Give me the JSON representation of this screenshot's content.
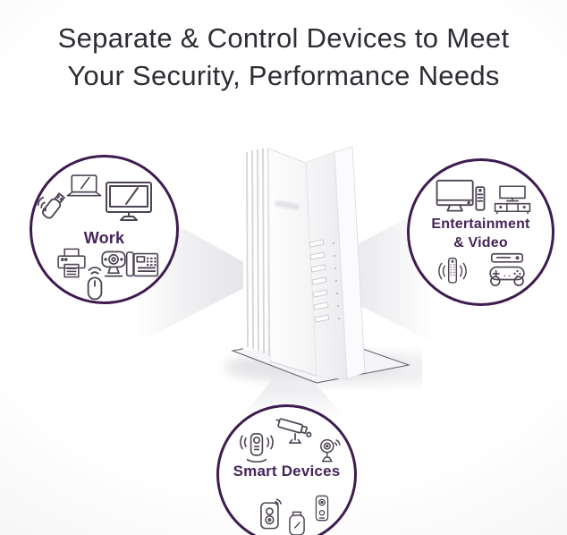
{
  "title": {
    "line1": "Separate & Control Devices to Meet",
    "line2": "Your Security, Performance Needs"
  },
  "groups": {
    "work": {
      "label": "Work",
      "icons": [
        "usb-wifi-adapter-icon",
        "laptop-icon",
        "desktop-monitor-icon",
        "printer-icon",
        "wireless-mouse-icon",
        "webcam-icon",
        "desk-phone-icon"
      ]
    },
    "entertainment": {
      "label_line1": "Entertainment",
      "label_line2": "& Video",
      "icons": [
        "tv-with-remote-icon",
        "tv-media-console-icon",
        "remote-with-sound-icon",
        "game-console-icon"
      ]
    },
    "smart": {
      "label": "Smart Devices",
      "icons": [
        "baby-monitor-icon",
        "security-camera-icon",
        "indoor-camera-icon",
        "smart-speaker-icon",
        "smartwatch-icon",
        "smart-doorbell-icon"
      ]
    }
  },
  "router": {
    "style": "white-tower-router",
    "led_slot_count": 7
  },
  "colors": {
    "circle_border": "#3f1c4f",
    "label_text": "#45255a",
    "title_text": "#2d2d35",
    "icon_stroke": "#4e4554",
    "beam_gray": "#e4e4e8"
  }
}
